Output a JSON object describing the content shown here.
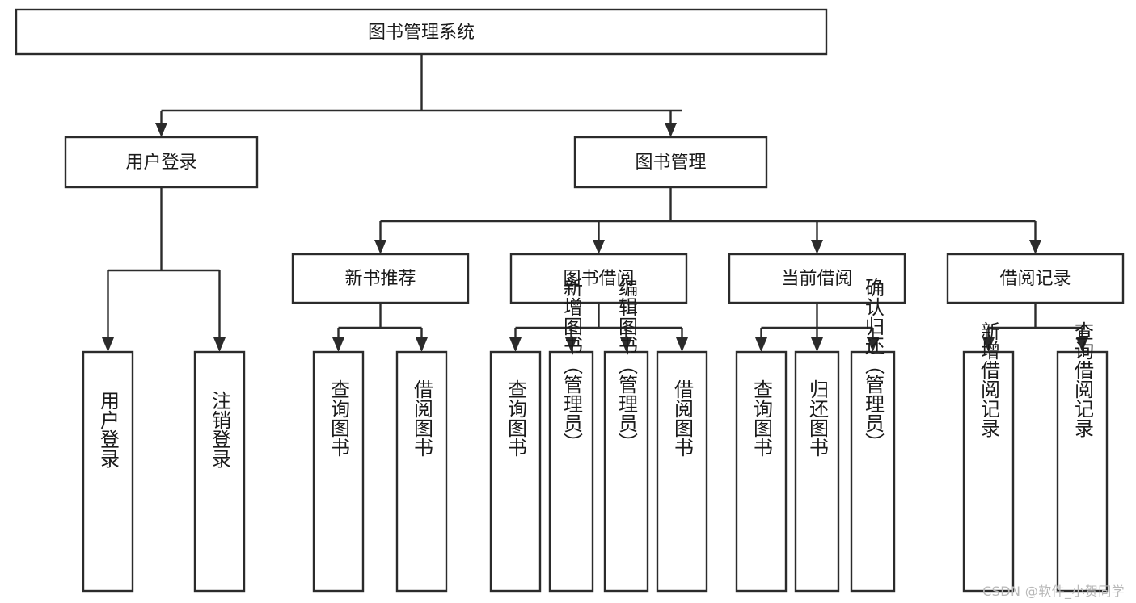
{
  "diagram": {
    "type": "hierarchy-tree",
    "title": "图书管理系统",
    "orientation": "top-down",
    "colors": {
      "box_stroke": "#2b2b2b",
      "box_fill": "#ffffff",
      "text": "#1a1a1a",
      "background": "#ffffff",
      "watermark": "#b8b8b8"
    },
    "levels": {
      "level1": [
        {
          "id": "root",
          "label": "图书管理系统",
          "orient": "horizontal"
        }
      ],
      "level2": [
        {
          "id": "login",
          "label": "用户登录",
          "orient": "horizontal"
        },
        {
          "id": "bookmgmt",
          "label": "图书管理",
          "orient": "horizontal"
        }
      ],
      "level3": [
        {
          "id": "newbook",
          "label": "新书推荐",
          "orient": "horizontal"
        },
        {
          "id": "borrow",
          "label": "图书借阅",
          "orient": "horizontal"
        },
        {
          "id": "current",
          "label": "当前借阅",
          "orient": "horizontal"
        },
        {
          "id": "records",
          "label": "借阅记录",
          "orient": "horizontal"
        }
      ],
      "level4": [
        {
          "id": "leaf-user-login",
          "label": "用户登录",
          "orient": "vertical",
          "parent": "login"
        },
        {
          "id": "leaf-user-logout",
          "label": "注销登录",
          "orient": "vertical",
          "parent": "login"
        },
        {
          "id": "leaf-query-book-1",
          "label": "查询图书",
          "orient": "vertical",
          "parent": "newbook"
        },
        {
          "id": "leaf-borrow-book-1",
          "label": "借阅图书",
          "orient": "vertical",
          "parent": "newbook"
        },
        {
          "id": "leaf-query-book-2",
          "label": "查询图书",
          "orient": "vertical",
          "parent": "borrow"
        },
        {
          "id": "leaf-add-book",
          "label": "新增图书（管理员）",
          "orient": "vertical",
          "parent": "borrow"
        },
        {
          "id": "leaf-edit-book",
          "label": "编辑图书（管理员）",
          "orient": "vertical",
          "parent": "borrow"
        },
        {
          "id": "leaf-borrow-book-2",
          "label": "借阅图书",
          "orient": "vertical",
          "parent": "borrow"
        },
        {
          "id": "leaf-query-book-3",
          "label": "查询图书",
          "orient": "vertical",
          "parent": "current"
        },
        {
          "id": "leaf-return-book",
          "label": "归还图书",
          "orient": "vertical",
          "parent": "current"
        },
        {
          "id": "leaf-confirm-return",
          "label": "确认归还（管理员）",
          "orient": "vertical",
          "parent": "current"
        },
        {
          "id": "leaf-add-record",
          "label": "新增借阅记录",
          "orient": "vertical",
          "parent": "records"
        },
        {
          "id": "leaf-query-record",
          "label": "查询借阅记录",
          "orient": "vertical",
          "parent": "records"
        }
      ]
    }
  },
  "watermark": {
    "text": "CSDN @软件_小贺同学"
  }
}
